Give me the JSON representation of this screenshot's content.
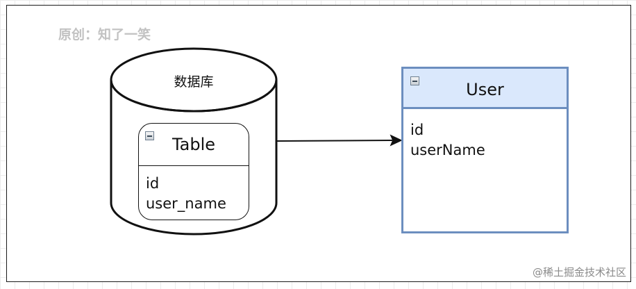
{
  "watermark_top": "原创：知了一笑",
  "watermark_bottom": "@稀土掘金技术社区",
  "database": {
    "label": "数据库",
    "table": {
      "title": "Table",
      "fields": [
        "id",
        "user_name"
      ]
    }
  },
  "entity": {
    "title": "User",
    "fields": [
      "id",
      "userName"
    ]
  },
  "colors": {
    "entity_header_fill": "#dae8fc",
    "entity_border": "#6c8ebf"
  },
  "icons": {
    "collapse": "minus-icon",
    "connector": "arrow-icon"
  }
}
